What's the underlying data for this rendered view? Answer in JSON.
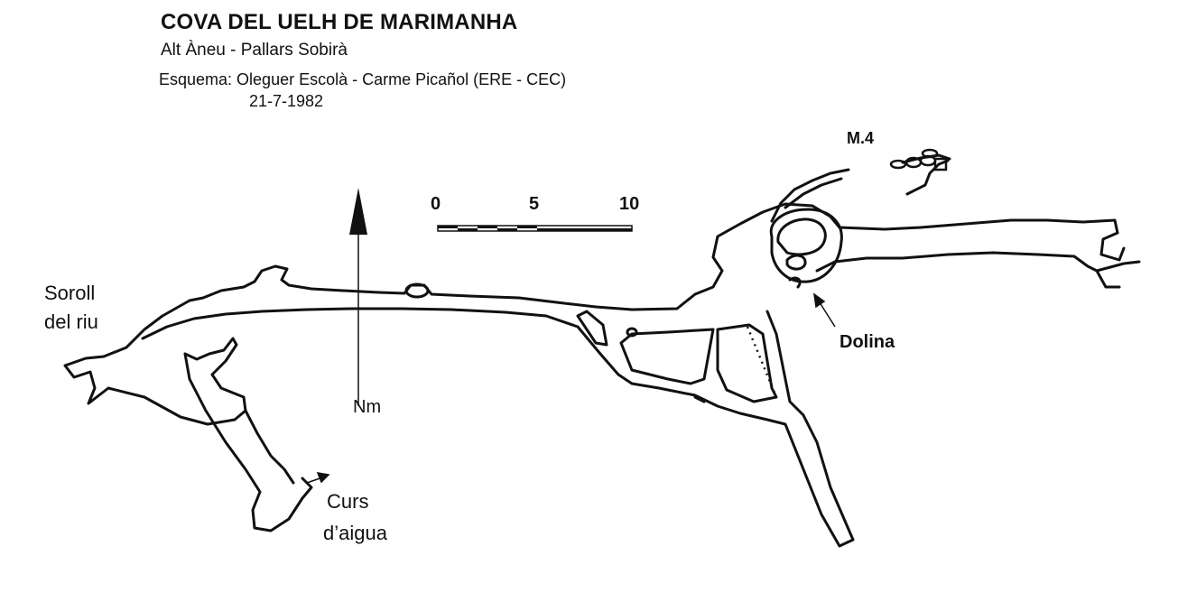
{
  "header": {
    "title": "COVA DEL UELH DE MARIMANHA",
    "subtitle": "Alt Àneu - Pallars Sobirà",
    "author": "Esquema: Oleguer Escolà - Carme Picañol  (ERE - CEC)",
    "date": "21-7-1982"
  },
  "scale_bar": {
    "labels": [
      "0",
      "5",
      "10"
    ]
  },
  "north_arrow": {
    "label": "Nm"
  },
  "labels": {
    "soroll_line1": "Soroll",
    "soroll_line2": "del riu",
    "curs_line1": "Curs",
    "curs_line2": "d’aigua",
    "dolina": "Dolina",
    "m4": "M.4"
  },
  "colors": {
    "ink": "#111111",
    "paper": "#ffffff"
  }
}
